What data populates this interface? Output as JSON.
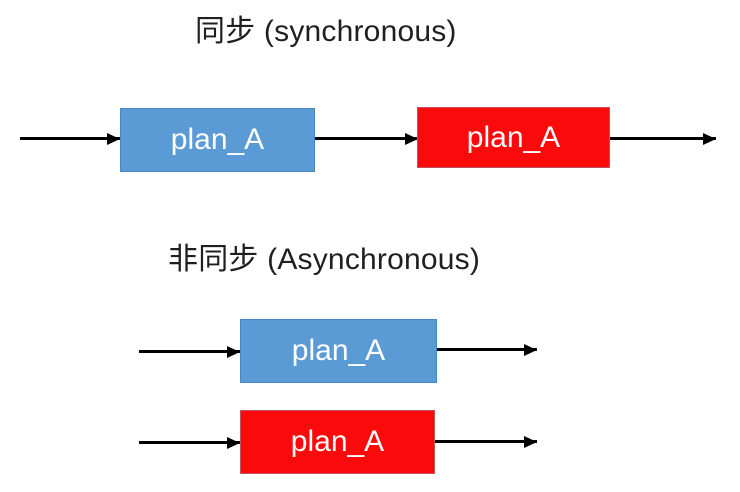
{
  "sync_section": {
    "title": "同步 (synchronous)",
    "boxes": [
      {
        "label": "plan_A",
        "color": "blue_box"
      },
      {
        "label": "plan_A",
        "color": "red_box"
      }
    ]
  },
  "async_section": {
    "title": "非同步 (Asynchronous)",
    "boxes": [
      {
        "label": "plan_A",
        "color": "blue_box"
      },
      {
        "label": "plan_A",
        "color": "red_box"
      }
    ]
  },
  "colors": {
    "blue_box": "#5b9bd5",
    "red_box": "#fa0a0a",
    "arrow": "#000000",
    "title_text": "#1f1f1f",
    "box_label": "#ffffff"
  }
}
